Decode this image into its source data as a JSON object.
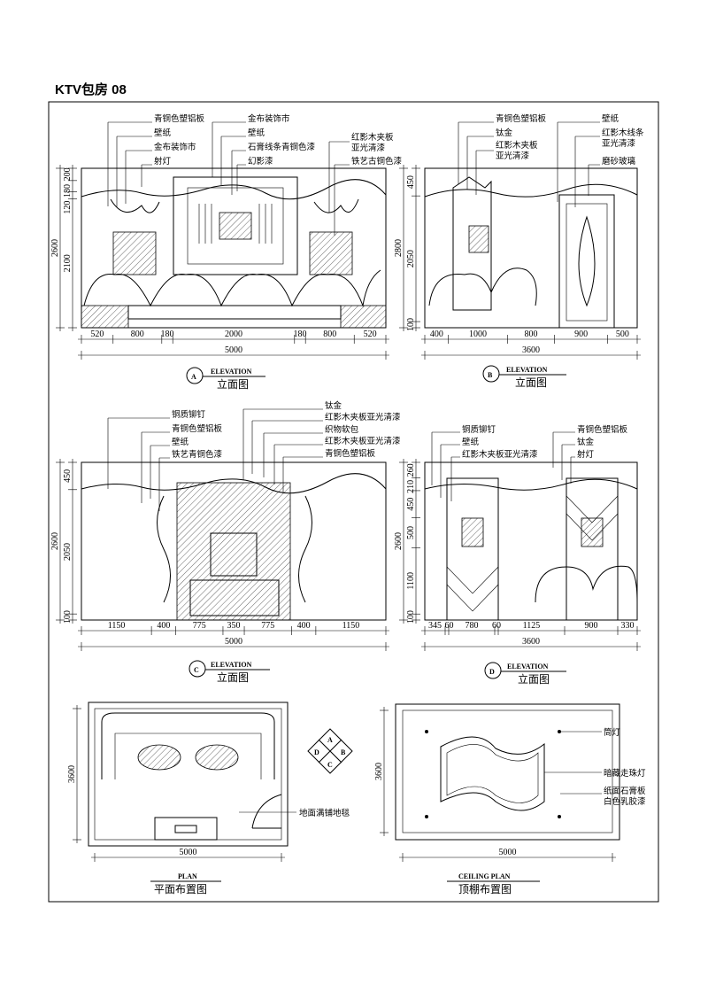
{
  "sheet": {
    "title": "KTV包房   08"
  },
  "elevation_a": {
    "marker": "A",
    "caption_en": "ELEVATION",
    "caption_cn": "立面图",
    "labels_left": [
      "青铜色塑铝板",
      "壁纸",
      "金布装饰市",
      "射灯"
    ],
    "labels_mid": [
      "金布装饰市",
      "壁纸",
      "石膏线条青铜色漆",
      "幻影漆"
    ],
    "labels_right": [
      "红影木夹板",
      "亚光清漆",
      "铁艺古铜色漆"
    ],
    "width_dims": [
      "520",
      "800",
      "180",
      "2000",
      "180",
      "800",
      "520"
    ],
    "total_width": "5000",
    "height_total": "2600",
    "height_dims": [
      "200",
      "180",
      "120",
      "2100"
    ]
  },
  "elevation_b": {
    "marker": "B",
    "caption_en": "ELEVATION",
    "caption_cn": "立面图",
    "labels_left": [
      "青铜色塑铝板",
      "钛金",
      "红影木夹板",
      "亚光清漆"
    ],
    "labels_right": [
      "壁纸",
      "红影木线条",
      "亚光清漆",
      "磨砂玻璃"
    ],
    "width_dims": [
      "400",
      "1000",
      "800",
      "900",
      "500"
    ],
    "total_width": "3600",
    "height_total": "2800",
    "height_dims": [
      "450",
      "2050",
      "100"
    ]
  },
  "elevation_c": {
    "marker": "C",
    "caption_en": "ELEVATION",
    "caption_cn": "立面图",
    "labels_left": [
      "铜质铆钉",
      "青铜色塑铝板",
      "壁纸",
      "铁艺青铜色漆"
    ],
    "labels_mid": [
      "钛金",
      "红影木夹板亚光清漆",
      "织物软包",
      "红影木夹板亚光清漆",
      "青铜色塑铝板"
    ],
    "width_dims": [
      "1150",
      "400",
      "775",
      "350",
      "775",
      "400",
      "1150"
    ],
    "total_width": "5000",
    "height_total": "2600",
    "height_dims": [
      "450",
      "2050",
      "100"
    ]
  },
  "elevation_d": {
    "marker": "D",
    "caption_en": "ELEVATION",
    "caption_cn": "立面图",
    "labels_left": [
      "铜质铆钉",
      "壁纸",
      "红影木夹板亚光清漆"
    ],
    "labels_right": [
      "青铜色塑铝板",
      "钛金",
      "射灯"
    ],
    "width_dims": [
      "345",
      "60",
      "780",
      "60",
      "1125",
      "900",
      "330"
    ],
    "total_width": "3600",
    "height_total": "2600",
    "height_dims": [
      "260",
      "210",
      "450",
      "500",
      "1100",
      "100"
    ]
  },
  "plan": {
    "caption_en": "PLAN",
    "caption_cn": "平面布置图",
    "width": "5000",
    "depth": "3600",
    "label_floor": "地面满铺地毯",
    "compass": [
      "A",
      "B",
      "C",
      "D"
    ]
  },
  "ceiling": {
    "caption_en": "CEILING PLAN",
    "caption_cn": "顶棚布置图",
    "width": "5000",
    "depth": "3600",
    "labels": [
      "筒灯",
      "暗藏走珠灯",
      "纸面石膏板",
      "白色乳胶漆"
    ]
  }
}
